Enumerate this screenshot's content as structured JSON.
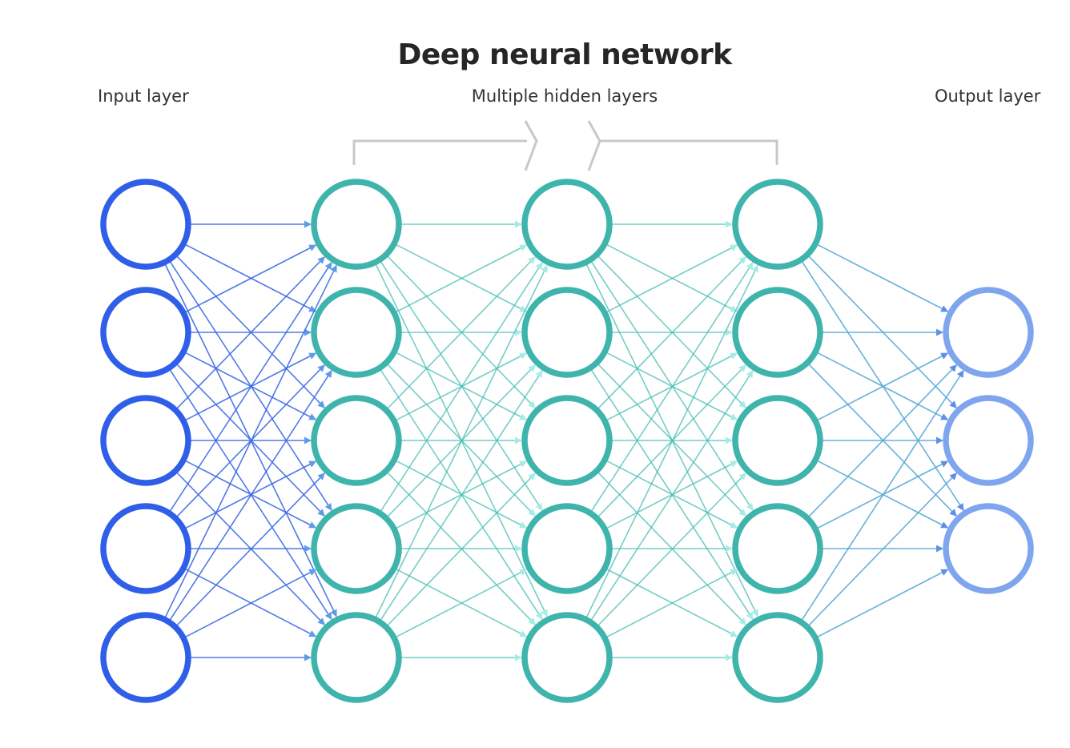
{
  "title": "Deep neural network",
  "labels": {
    "input": "Input layer",
    "hidden": "Multiple hidden layers",
    "output": "Output layer"
  },
  "layers": [
    {
      "role": "input",
      "nodes": 5,
      "color": "#2f5fe8"
    },
    {
      "role": "hidden",
      "nodes": 5,
      "color": "#3fb4ad"
    },
    {
      "role": "hidden",
      "nodes": 5,
      "color": "#3fb4ad"
    },
    {
      "role": "hidden",
      "nodes": 5,
      "color": "#3fb4ad"
    },
    {
      "role": "output",
      "nodes": 3,
      "color": "#7fa5ef"
    }
  ],
  "colors": {
    "input_edges": "#3d6ae6",
    "hidden_edges": "#45bdb4",
    "hidden_edges_light": "#a6ece6",
    "output_edges": "#5d8ee8",
    "bracket": "#c8c8c8",
    "title": "#262626"
  },
  "connectivity": "fully-connected"
}
